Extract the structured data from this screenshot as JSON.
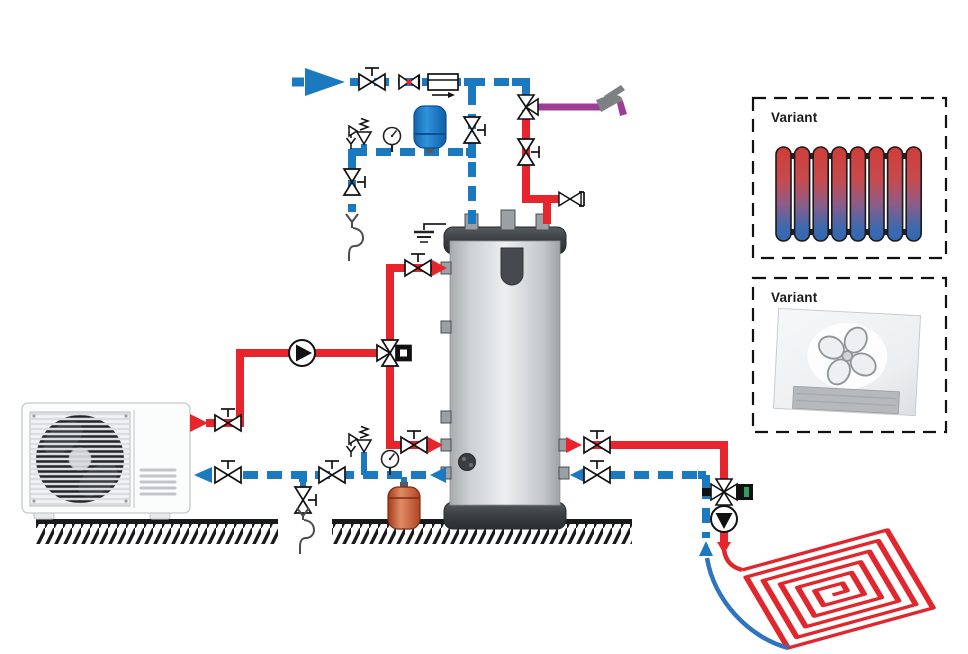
{
  "labels": {
    "variant_box_1": "Variant",
    "variant_box_2": "Variant"
  },
  "colors": {
    "cold_water_pipe": "#1b79c0",
    "hot_water_pipe": "#e8242c",
    "mixed_water_pipe": "#9c3e98",
    "underfloor_supply": "#e2262d",
    "underfloor_return": "#2f74c0",
    "radiator_gradient_top": "#d03d38",
    "radiator_gradient_bottom": "#3168b2",
    "potable_expansion_vessel": "#1e7fd0",
    "heating_expansion_vessel": "#cc5a33",
    "valve_outline": "#111111",
    "tank_cap": "#3a3e41",
    "ground_hatch": "#191a1b"
  },
  "icons": [
    "cold-water-inlet-arrow-icon",
    "shutoff-valve-icon",
    "check-valve-icon",
    "water-meter-icon",
    "thermostatic-mixing-valve-icon",
    "faucet-icon",
    "safety-valve-group-icon",
    "pressure-gauge-icon",
    "expansion-vessel-icon",
    "drain-hose-icon",
    "ground-symbol-icon",
    "heat-pump-outdoor-unit",
    "circulation-pump-icon",
    "three-way-valve-icon",
    "four-way-mixing-valve-icon",
    "dhw-storage-tank",
    "underfloor-heating-coil",
    "radiator-icon",
    "fan-coil-unit-icon"
  ]
}
